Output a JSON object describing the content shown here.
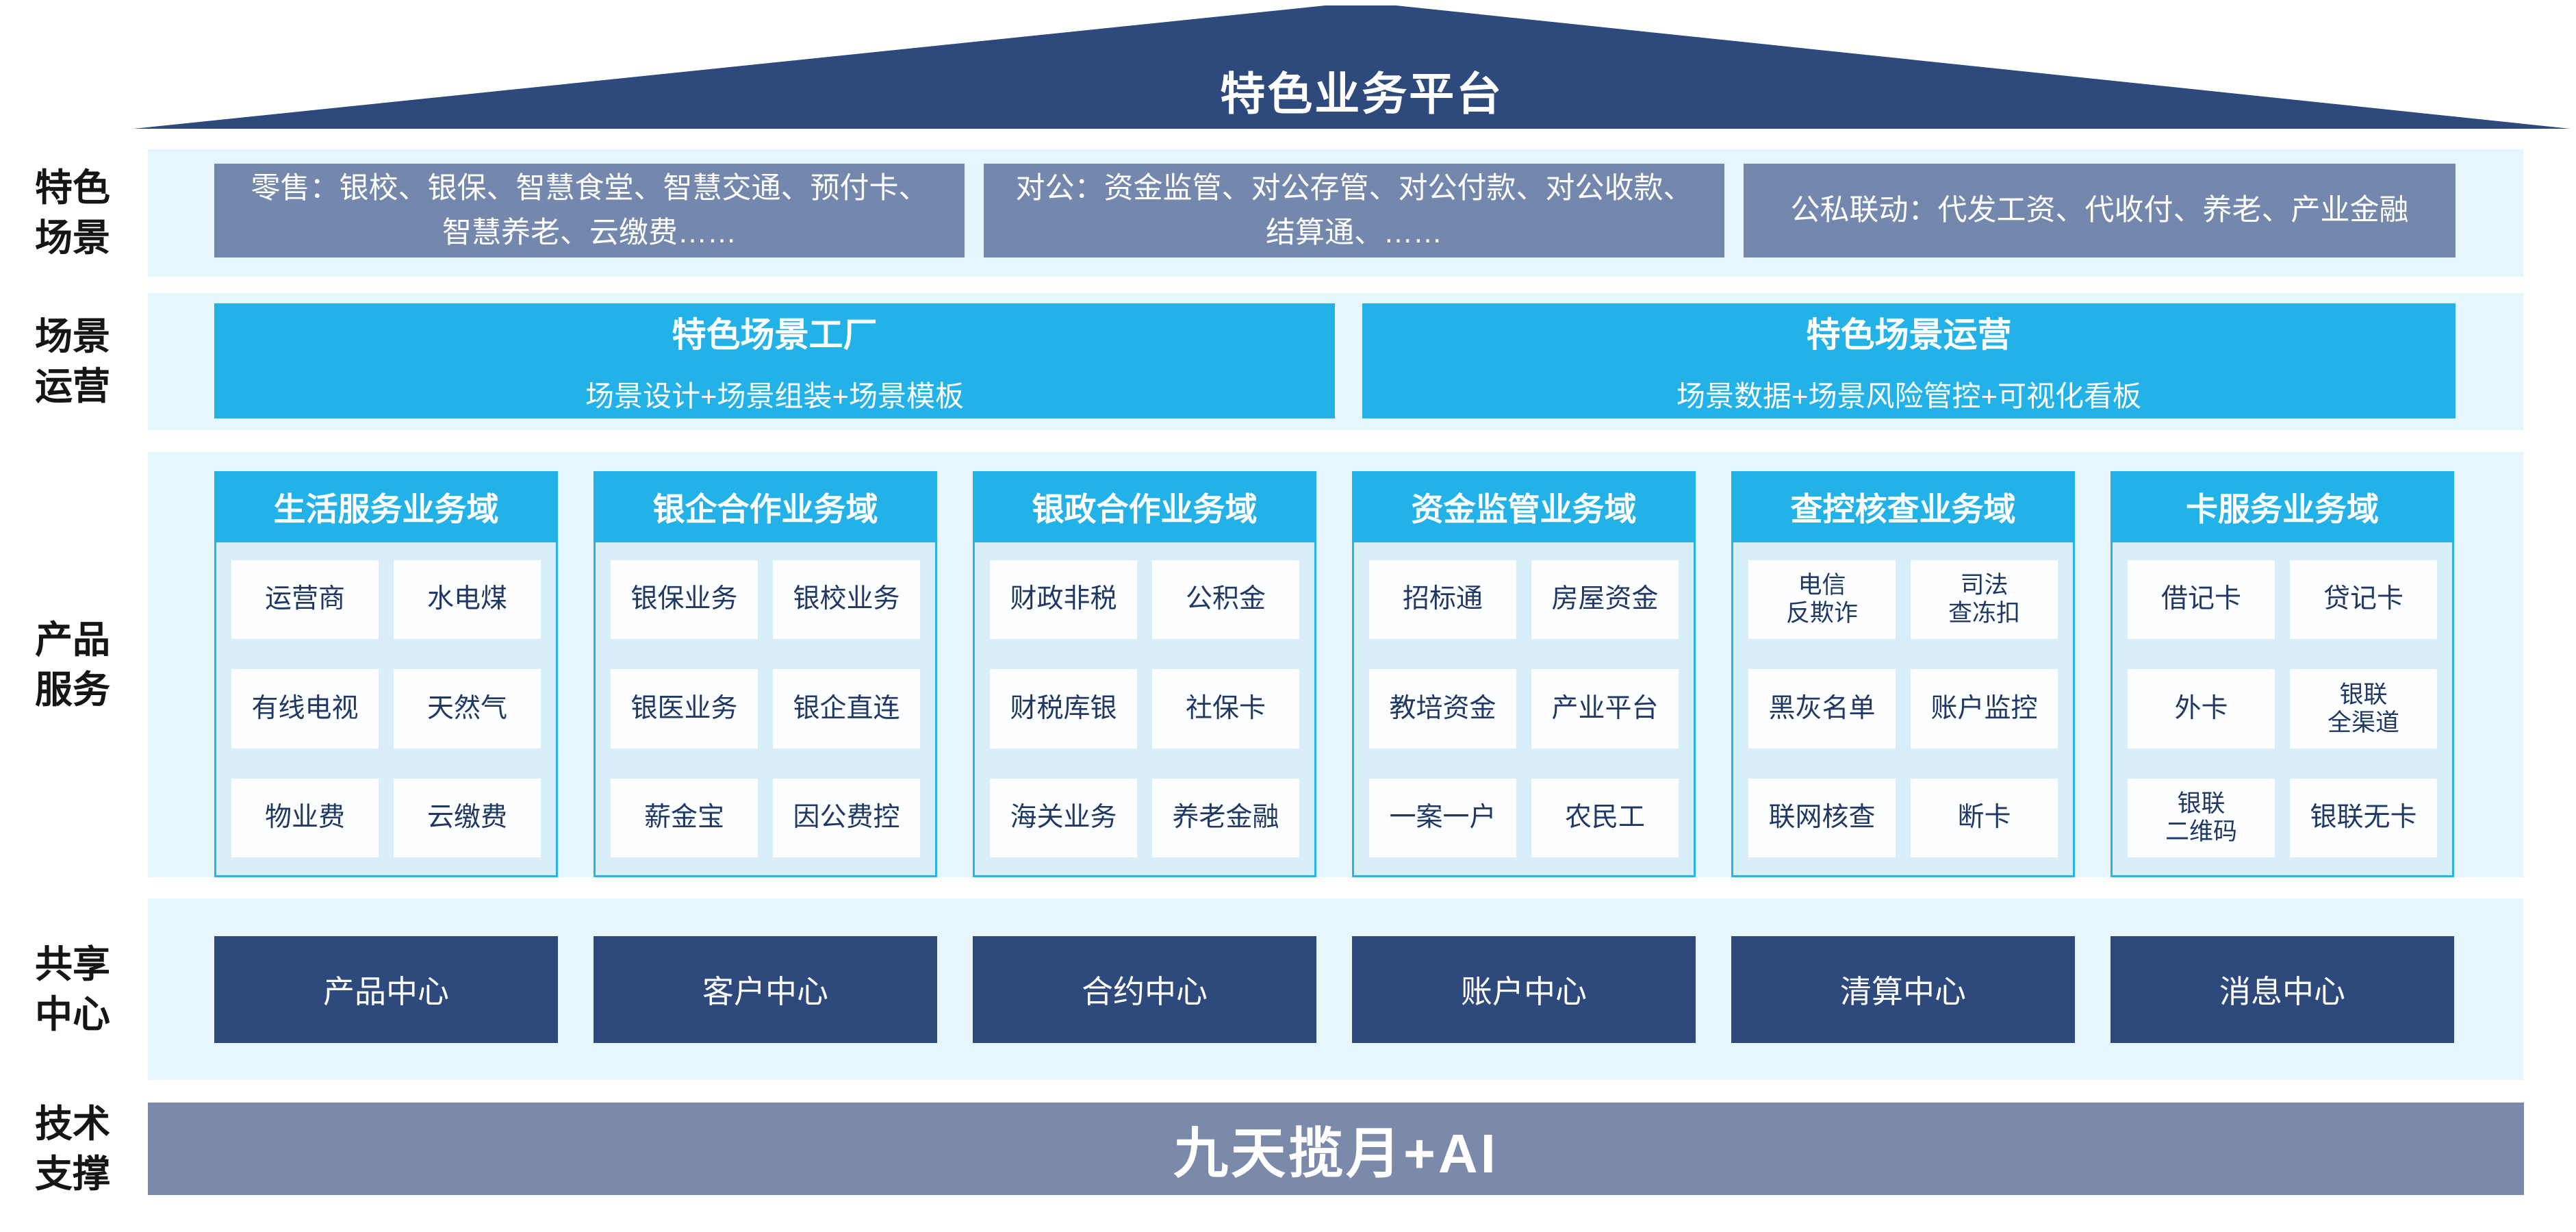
{
  "title": "特色业务平台",
  "colors": {
    "roof_navy": "#2E4A7C",
    "steel_blue": "#7487AD",
    "cyan": "#23B2E8",
    "band_light_blue": "#E7F5FC",
    "column_body_blue": "#D8EEF9",
    "cell_text_navy": "#1F3864",
    "tech_bar_gray_blue": "#7B8AAA"
  },
  "side_labels": [
    "特色\n场景",
    "场景\n运营",
    "产品\n服务",
    "共享\n中心",
    "技术\n支撑"
  ],
  "scene_row": {
    "boxes": [
      "零售：银校、银保、智慧食堂、智慧交通、预付卡、智慧养老、云缴费……",
      "对公：资金监管、对公存管、对公付款、对公收款、结算通、……",
      "公私联动：代发工资、代收付、养老、产业金融"
    ]
  },
  "operation_row": {
    "boxes": [
      {
        "title": "特色场景工厂",
        "subtitle": "场景设计+场景组装+场景模板"
      },
      {
        "title": "特色场景运营",
        "subtitle": "场景数据+场景风险管控+可视化看板"
      }
    ]
  },
  "product_row": {
    "columns": [
      {
        "header": "生活服务业务域",
        "cells": [
          "运营商",
          "水电煤",
          "有线电视",
          "天然气",
          "物业费",
          "云缴费"
        ]
      },
      {
        "header": "银企合作业务域",
        "cells": [
          "银保业务",
          "银校业务",
          "银医业务",
          "银企直连",
          "薪金宝",
          "因公费控"
        ]
      },
      {
        "header": "银政合作业务域",
        "cells": [
          "财政非税",
          "公积金",
          "财税库银",
          "社保卡",
          "海关业务",
          "养老金融"
        ]
      },
      {
        "header": "资金监管业务域",
        "cells": [
          "招标通",
          "房屋资金",
          "教培资金",
          "产业平台",
          "一案一户",
          "农民工"
        ]
      },
      {
        "header": "查控核查业务域",
        "cells": [
          "电信\n反欺诈",
          "司法\n查冻扣",
          "黑灰名单",
          "账户监控",
          "联网核查",
          "断卡"
        ]
      },
      {
        "header": "卡服务业务域",
        "cells": [
          "借记卡",
          "贷记卡",
          "外卡",
          "银联\n全渠道",
          "银联\n二维码",
          "银联无卡"
        ]
      }
    ]
  },
  "share_row": {
    "boxes": [
      "产品中心",
      "客户中心",
      "合约中心",
      "账户中心",
      "清算中心",
      "消息中心"
    ]
  },
  "tech_row": {
    "label": "九天揽月+AI"
  }
}
